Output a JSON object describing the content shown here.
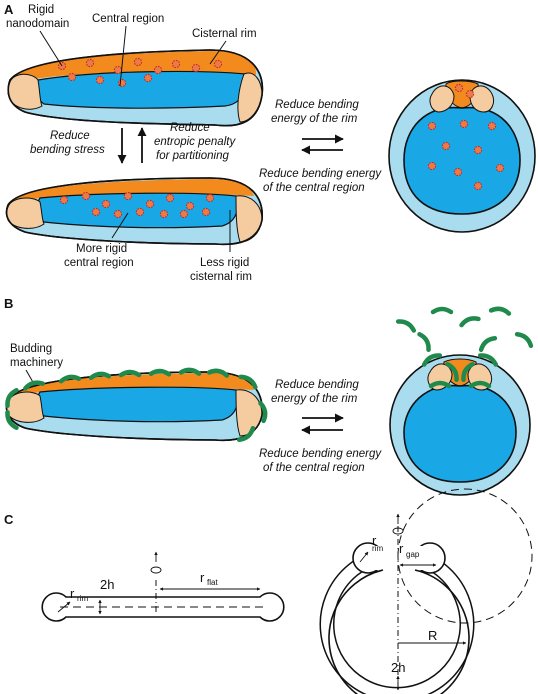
{
  "colors": {
    "central_region": "#1aa7e6",
    "rim_light": "#a9dcef",
    "upper_rim": "#f28a1d",
    "tips": "#f4cca0",
    "nanodomain_fill": "#ec7a47",
    "nanodomain_outline": "#c0272d",
    "budding_machinery": "#1f8a4c"
  },
  "panel_a": {
    "label": "A",
    "rigid_nanodomain_line1": "Rigid",
    "rigid_nanodomain_line2": "nanodomain",
    "central_region": "Central region",
    "cisternal_rim": "Cisternal rim",
    "reduce_bending_stress_line1": "Reduce",
    "reduce_bending_stress_line2": "bending stress",
    "reduce_entropic_line1": "Reduce",
    "reduce_entropic_line2": "entropic penalty",
    "reduce_entropic_line3": "for partitioning",
    "more_rigid_line1": "More rigid",
    "more_rigid_line2": "central region",
    "less_rigid_line1": "Less rigid",
    "less_rigid_line2": "cisternal rim",
    "rim_energy_line1": "Reduce bending",
    "rim_energy_line2": "energy of the rim",
    "central_energy_line1": "Reduce bending energy",
    "central_energy_line2": "of the central region"
  },
  "panel_b": {
    "label": "B",
    "budding_line1": "Budding",
    "budding_line2": "machinery",
    "rim_energy_line1": "Reduce bending",
    "rim_energy_line2": "energy of the rim",
    "central_energy_line1": "Reduce bending energy",
    "central_energy_line2": "of the central region"
  },
  "panel_c": {
    "label": "C",
    "r_rim_left": "r",
    "r_rim_left_sub": "rim",
    "two_h_left": "2h",
    "r_flat": "r",
    "r_flat_sub": "flat",
    "r_rim_right": "r",
    "r_rim_right_sub": "rim",
    "r_gap": "r",
    "r_gap_sub": "gap",
    "big_r": "R",
    "two_h_right": "2h"
  }
}
